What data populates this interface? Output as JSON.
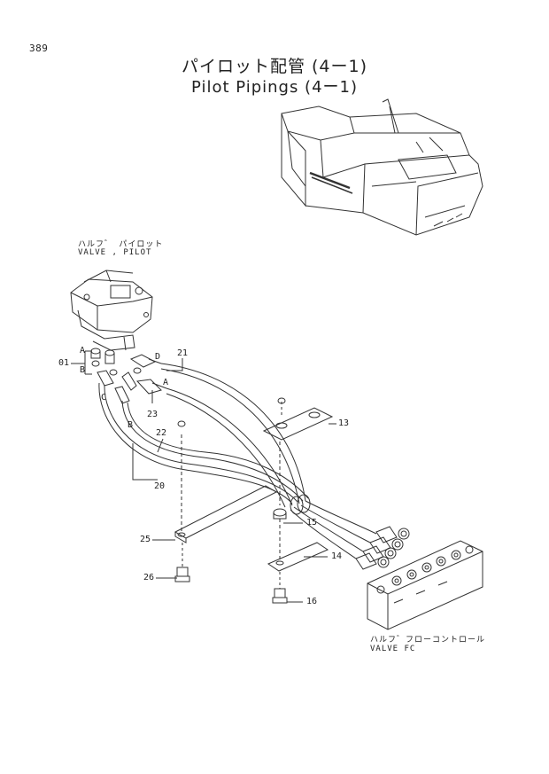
{
  "header": {
    "page_number": "389",
    "title_jp": "パイロット配管 (4ー1)",
    "title_en": "Pilot Pipings (4ー1)"
  },
  "components": {
    "valve_pilot_jp": "ハルフ゛ パイロット",
    "valve_pilot_en": "VALVE , PILOT",
    "valve_fc_jp": "ハルフ゛フローコントロール",
    "valve_fc_en": "VALVE  FC"
  },
  "callouts": {
    "p01": "01",
    "p13": "13",
    "p14": "14",
    "p15": "15",
    "p16": "16",
    "p20": "20",
    "p21": "21",
    "p22": "22",
    "p23": "23",
    "p25": "25",
    "p26": "26"
  },
  "port_letters": {
    "a1": "A",
    "a2": "A",
    "b1": "B",
    "b2": "B",
    "c1": "C",
    "d1": "D"
  }
}
